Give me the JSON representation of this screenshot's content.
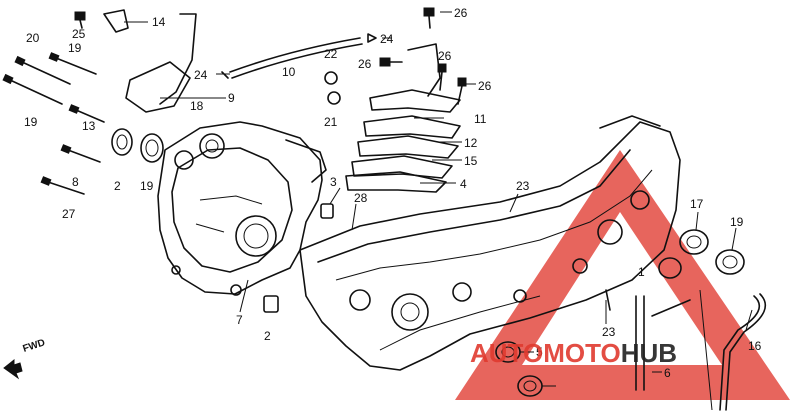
{
  "watermark": {
    "auto": "AUTO",
    "moto": "MOTO",
    "hub": "HUB",
    "red": "#e03a2f",
    "dark": "#222222"
  },
  "direction_label": "FWD",
  "callouts": [
    "14",
    "25",
    "26",
    "26",
    "26",
    "24",
    "24",
    "10",
    "22",
    "26",
    "20",
    "19",
    "9",
    "11",
    "18",
    "21",
    "19",
    "13",
    "12",
    "15",
    "2",
    "19",
    "8",
    "4",
    "23",
    "3",
    "28",
    "17",
    "19",
    "27",
    "1",
    "7",
    "23",
    "2",
    "5",
    "6",
    "16"
  ]
}
